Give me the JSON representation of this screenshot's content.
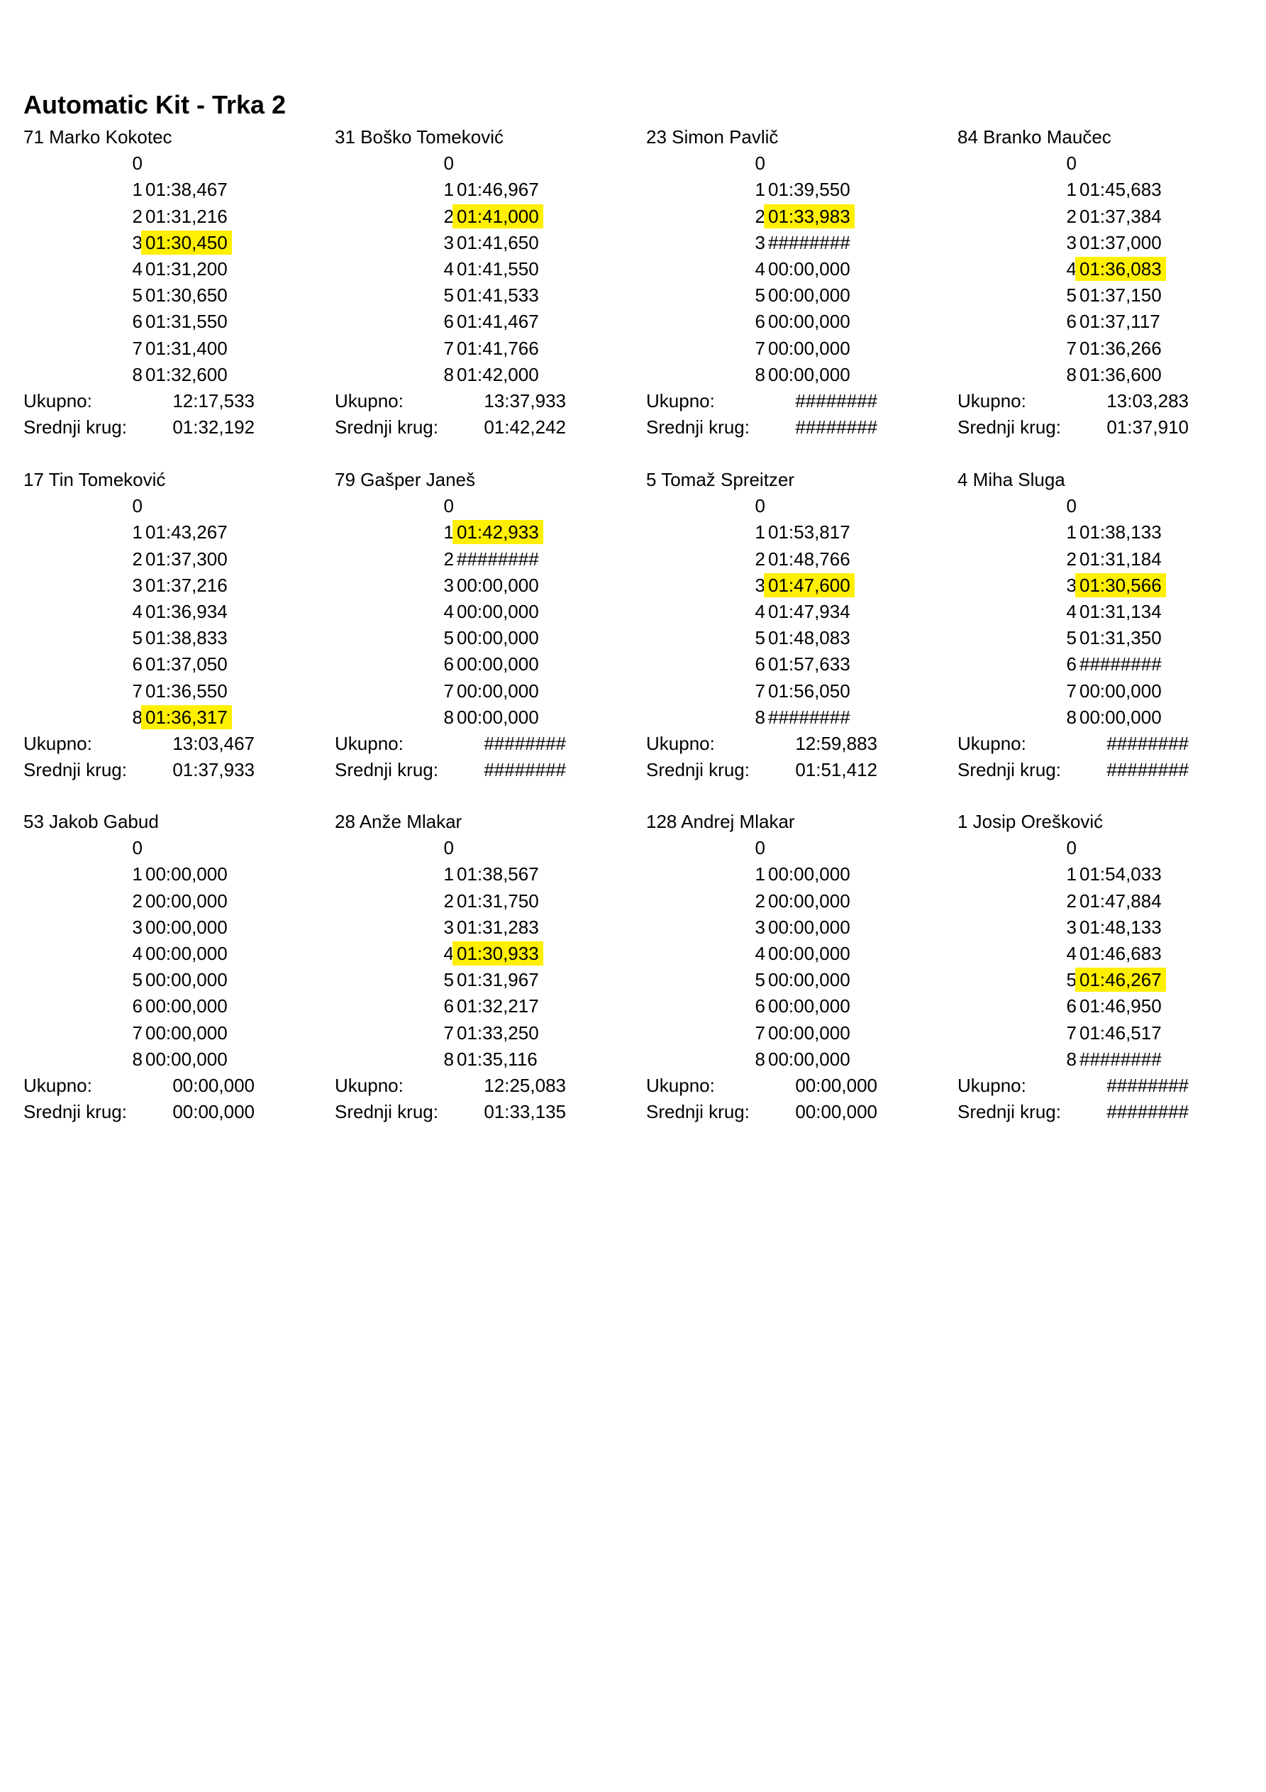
{
  "title": "Automatic Kit - Trka 2",
  "labels": {
    "total": "Ukupno:",
    "average": "Srednji krug:"
  },
  "highlight_color": "#ffef00",
  "drivers": [
    {
      "name": "71 Marko Kokotec",
      "laps": [
        "0",
        "01:38,467",
        "01:31,216",
        "01:30,450",
        "01:31,200",
        "01:30,650",
        "01:31,550",
        "01:31,400",
        "01:32,600"
      ],
      "best_lap": 3,
      "total": "12:17,533",
      "average": "01:32,192"
    },
    {
      "name": "31 Boško Tomeković",
      "laps": [
        "0",
        "01:46,967",
        "01:41,000",
        "01:41,650",
        "01:41,550",
        "01:41,533",
        "01:41,467",
        "01:41,766",
        "01:42,000"
      ],
      "best_lap": 2,
      "total": "13:37,933",
      "average": "01:42,242"
    },
    {
      "name": "23 Simon Pavlič",
      "laps": [
        "0",
        "01:39,550",
        "01:33,983",
        "########",
        "00:00,000",
        "00:00,000",
        "00:00,000",
        "00:00,000",
        "00:00,000"
      ],
      "best_lap": 2,
      "total": "########",
      "average": "########"
    },
    {
      "name": "84 Branko Maučec",
      "laps": [
        "0",
        "01:45,683",
        "01:37,384",
        "01:37,000",
        "01:36,083",
        "01:37,150",
        "01:37,117",
        "01:36,266",
        "01:36,600"
      ],
      "best_lap": 4,
      "total": "13:03,283",
      "average": "01:37,910"
    },
    {
      "name": "17 Tin Tomeković",
      "laps": [
        "0",
        "01:43,267",
        "01:37,300",
        "01:37,216",
        "01:36,934",
        "01:38,833",
        "01:37,050",
        "01:36,550",
        "01:36,317"
      ],
      "best_lap": 8,
      "total": "13:03,467",
      "average": "01:37,933"
    },
    {
      "name": "79 Gašper Janeš",
      "laps": [
        "0",
        "01:42,933",
        "########",
        "00:00,000",
        "00:00,000",
        "00:00,000",
        "00:00,000",
        "00:00,000",
        "00:00,000"
      ],
      "best_lap": 1,
      "total": "########",
      "average": "########"
    },
    {
      "name": "5 Tomaž Spreitzer",
      "laps": [
        "0",
        "01:53,817",
        "01:48,766",
        "01:47,600",
        "01:47,934",
        "01:48,083",
        "01:57,633",
        "01:56,050",
        "########"
      ],
      "best_lap": 3,
      "total": "12:59,883",
      "average": "01:51,412"
    },
    {
      "name": "4 Miha Sluga",
      "laps": [
        "0",
        "01:38,133",
        "01:31,184",
        "01:30,566",
        "01:31,134",
        "01:31,350",
        "########",
        "00:00,000",
        "00:00,000"
      ],
      "best_lap": 3,
      "total": "########",
      "average": "########"
    },
    {
      "name": "53 Jakob Gabud",
      "laps": [
        "0",
        "00:00,000",
        "00:00,000",
        "00:00,000",
        "00:00,000",
        "00:00,000",
        "00:00,000",
        "00:00,000",
        "00:00,000"
      ],
      "best_lap": null,
      "total": "00:00,000",
      "average": "00:00,000"
    },
    {
      "name": "28 Anže Mlakar",
      "laps": [
        "0",
        "01:38,567",
        "01:31,750",
        "01:31,283",
        "01:30,933",
        "01:31,967",
        "01:32,217",
        "01:33,250",
        "01:35,116"
      ],
      "best_lap": 4,
      "total": "12:25,083",
      "average": "01:33,135"
    },
    {
      "name": "128 Andrej Mlakar",
      "laps": [
        "0",
        "00:00,000",
        "00:00,000",
        "00:00,000",
        "00:00,000",
        "00:00,000",
        "00:00,000",
        "00:00,000",
        "00:00,000"
      ],
      "best_lap": null,
      "total": "00:00,000",
      "average": "00:00,000"
    },
    {
      "name": "1 Josip Orešković",
      "laps": [
        "0",
        "01:54,033",
        "01:47,884",
        "01:48,133",
        "01:46,683",
        "01:46,267",
        "01:46,950",
        "01:46,517",
        "########"
      ],
      "best_lap": 5,
      "total": "########",
      "average": "########"
    }
  ]
}
